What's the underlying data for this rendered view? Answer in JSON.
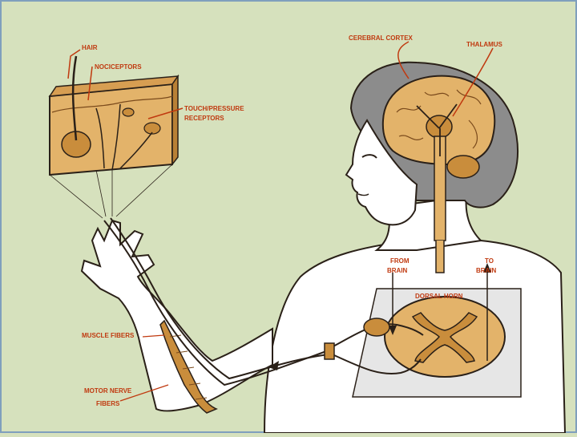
{
  "colors": {
    "background": "#d6e1bd",
    "frame_border": "#7f9fbd",
    "label": "#c0390f",
    "tissue": "#e3b36a",
    "tissue_dark": "#c98d3c",
    "outline": "#2a2018",
    "skin": "#ffffff",
    "hair": "#8c8c8c"
  },
  "labels": {
    "hair": "HAIR",
    "nociceptors": "NOCICEPTORS",
    "touch_receptors_line1": "TOUCH/PRESSURE",
    "touch_receptors_line2": "RECEPTORS",
    "cerebral_cortex": "CEREBRAL CORTEX",
    "thalamus": "THALAMUS",
    "from_brain_line1": "FROM",
    "from_brain_line2": "BRAIN",
    "to_brain_line1": "TO",
    "to_brain_line2": "BRAIN",
    "dorsal_horn": "DORSAL HORN",
    "muscle_fibers": "MUSCLE FIBERS",
    "motor_nerve_line1": "MOTOR NERVE",
    "motor_nerve_line2": "FIBERS"
  }
}
